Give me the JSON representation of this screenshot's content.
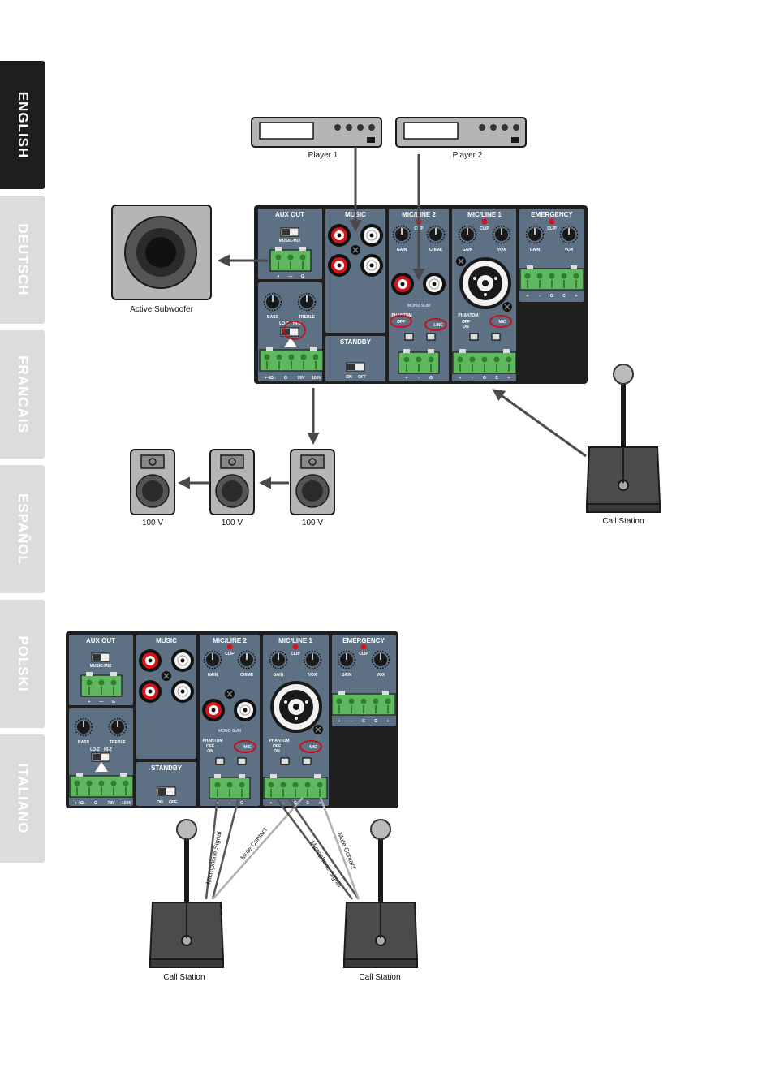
{
  "tabs": [
    {
      "label": "ENGLISH",
      "active": true
    },
    {
      "label": "DEUTSCH",
      "active": false
    },
    {
      "label": "FRANCAIS",
      "active": false
    },
    {
      "label": "ESPAÑOL",
      "active": false
    },
    {
      "label": "POLSKI",
      "active": false
    },
    {
      "label": "ITALIANO",
      "active": false
    }
  ],
  "panel": {
    "aux_out": "AUX OUT",
    "music_mix": "MUSIC-MIX",
    "aux_terms": [
      "+",
      "—",
      "G"
    ],
    "music": "MUSIC",
    "mic_line2": "MIC/LINE 2",
    "mic_line1": "MIC/LINE 1",
    "emergency": "EMERGENCY",
    "clip": "CLIP",
    "gain": "GAIN",
    "chime": "CHIME",
    "vox": "VOX",
    "bass": "BASS",
    "treble": "TREBLE",
    "lo_z": "LO-Z",
    "hi_z": "HI-Z",
    "mono_sum": "MONO SUM",
    "phantom": "PHANTOM",
    "off": "OFF",
    "on": "ON",
    "mic": "MIC",
    "line": "LINE",
    "standby": "STANDBY",
    "standby_on": "ON",
    "standby_off": "OFF",
    "out_terms": [
      "+ 4Ω -",
      "G",
      "70V",
      "100V"
    ],
    "mic1_terms": [
      "+",
      "-",
      "G",
      "C",
      "+"
    ],
    "mic2_terms": [
      "+",
      "-",
      "G"
    ],
    "emer_terms": [
      "+",
      "-",
      "G",
      "C",
      "+"
    ]
  },
  "diagram1": {
    "player1": "Player 1",
    "player2": "Player 2",
    "subwoofer": "Active Subwoofer",
    "speaker_label": "100 V",
    "call_station": "Call Station"
  },
  "diagram2": {
    "call_station": "Call Station",
    "microphone_signal": "Microphone Signal",
    "mute_contact": "Mute Contact"
  },
  "colors": {
    "panel": "#1f1f1f",
    "module": "#5e7184",
    "terminal": "#5fb85f",
    "rca_red": "#d9121b",
    "highlight": "#c0151c",
    "tab_active": "#1e1e1e",
    "tab_inactive": "#dcdcdc"
  }
}
